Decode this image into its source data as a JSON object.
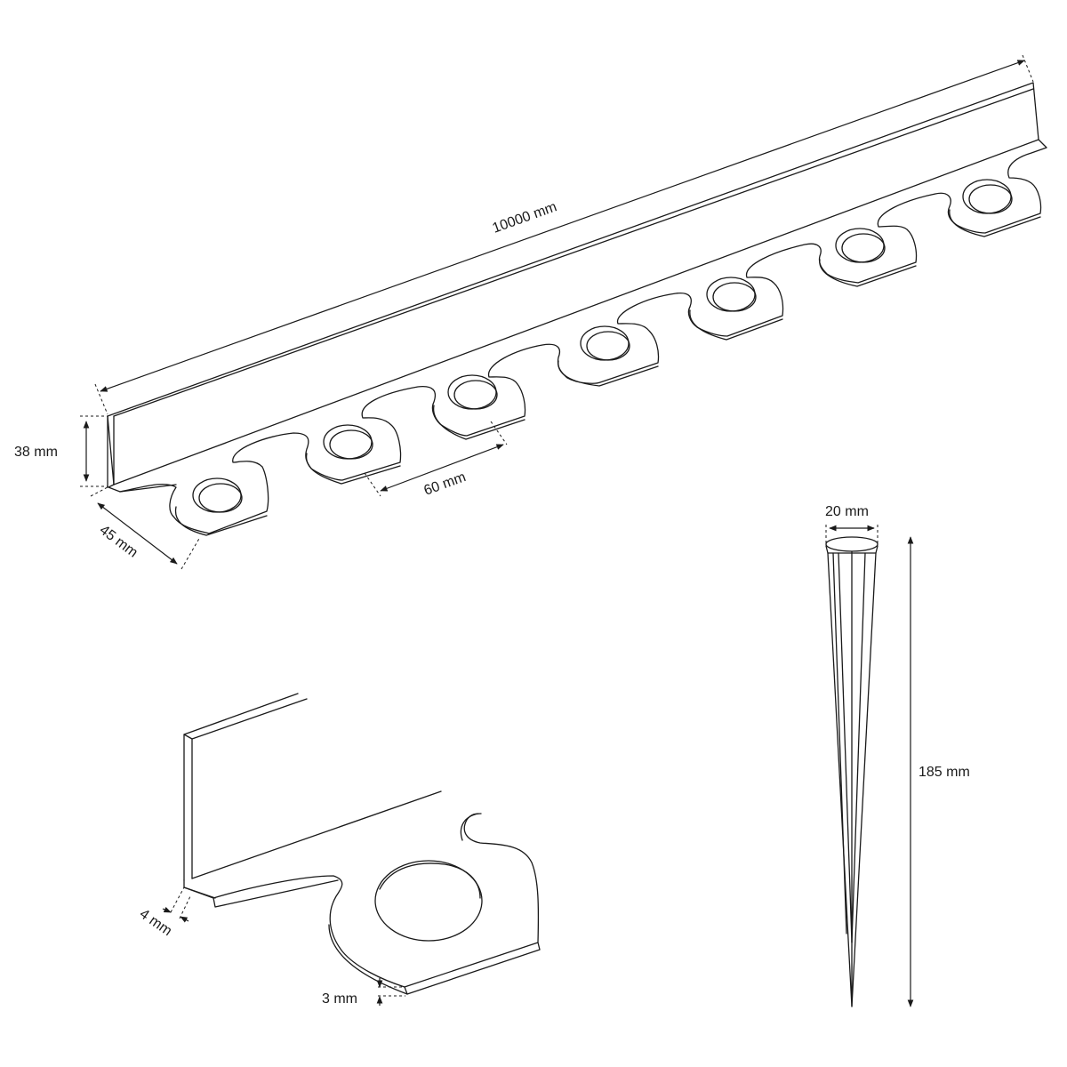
{
  "dimensions": {
    "length": "10000 mm",
    "height": "38 mm",
    "width": "45 mm",
    "pitch": "60 mm",
    "peg_diameter": "20 mm",
    "peg_length": "185 mm",
    "top_thickness": "4 mm",
    "base_thickness": "3 mm"
  }
}
